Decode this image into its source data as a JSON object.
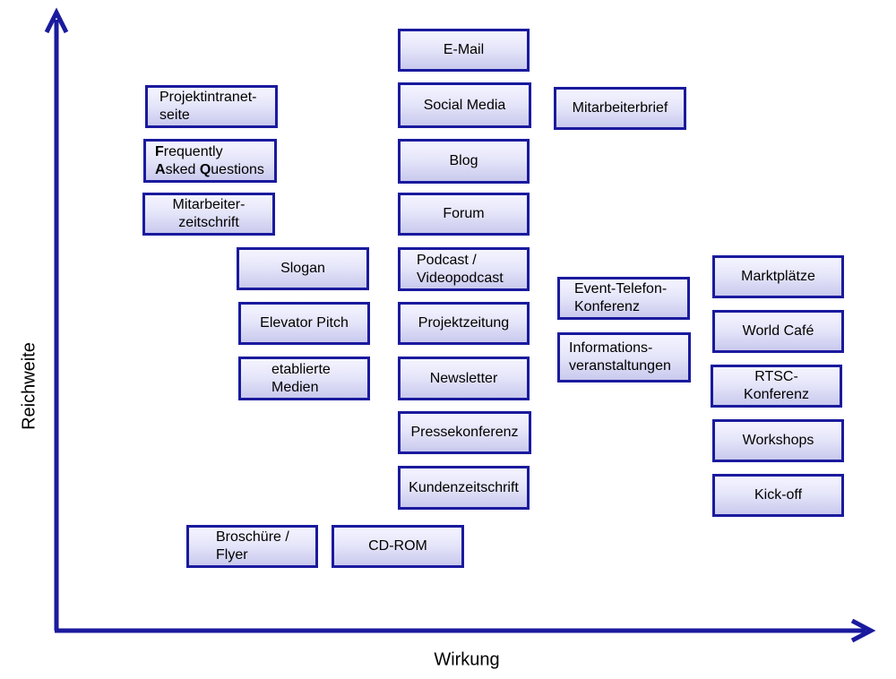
{
  "axes": {
    "y_label": "Reichweite",
    "x_label": "Wirkung",
    "color": "#1a1a9e"
  },
  "items": {
    "email": "E-Mail",
    "social_media": "Social Media",
    "mitarbeiterbrief": "Mitarbeiterbrief",
    "projektintranet": "Projektintranet-\nseite",
    "faq": {
      "f": "F",
      "line1": "requently",
      "a": "A",
      "sked": "sked ",
      "q": "Q",
      "uestions": "uestions"
    },
    "mitarbeiterzeitschrift": "Mitarbeiter-\nzeitschrift",
    "blog": "Blog",
    "forum": "Forum",
    "slogan": "Slogan",
    "podcast": "Podcast /\nVideopodcast",
    "event_telefon": "Event-Telefon-\nKonferenz",
    "marktplaetze": "Marktplätze",
    "elevator_pitch": "Elevator Pitch",
    "projektzeitung": "Projektzeitung",
    "world_cafe": "World Café",
    "informationsveranstaltungen": "Informations-\nveranstaltungen",
    "etablierte_medien": "etablierte\nMedien",
    "newsletter": "Newsletter",
    "rtsc": "RTSC-Konferenz",
    "pressekonferenz": "Pressekonferenz",
    "workshops": "Workshops",
    "kundenzeitschrift": "Kundenzeitschrift",
    "kickoff": "Kick-off",
    "broschuere": "Broschüre /\nFlyer",
    "cdrom": "CD-ROM"
  }
}
